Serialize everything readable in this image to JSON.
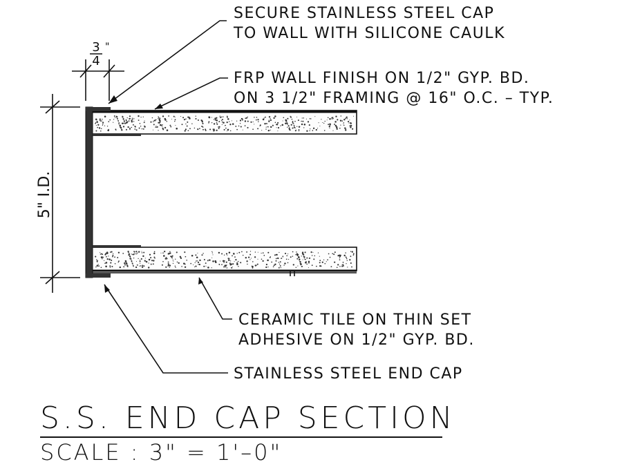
{
  "labels": {
    "cap_note_line1": "SECURE STAINLESS STEEL CAP",
    "cap_note_line2": "TO WALL WITH SILICONE CAULK",
    "frp_line1": "FRP WALL FINISH ON 1/2\" GYP. BD.",
    "frp_line2": "ON 3 1/2\" FRAMING @ 16\" O.C. – TYP.",
    "tile_line1": "CERAMIC TILE ON THIN SET",
    "tile_line2": "ADHESIVE ON 1/2\" GYP. BD.",
    "end_cap": "STAINLESS STEEL END CAP"
  },
  "dimensions": {
    "top_num": "3",
    "top_inch": "\"",
    "top_den": "4",
    "side": "5\" I.D."
  },
  "title": "S.S. END CAP SECTION",
  "scale": "SCALE : 3\" = 1'–0\""
}
